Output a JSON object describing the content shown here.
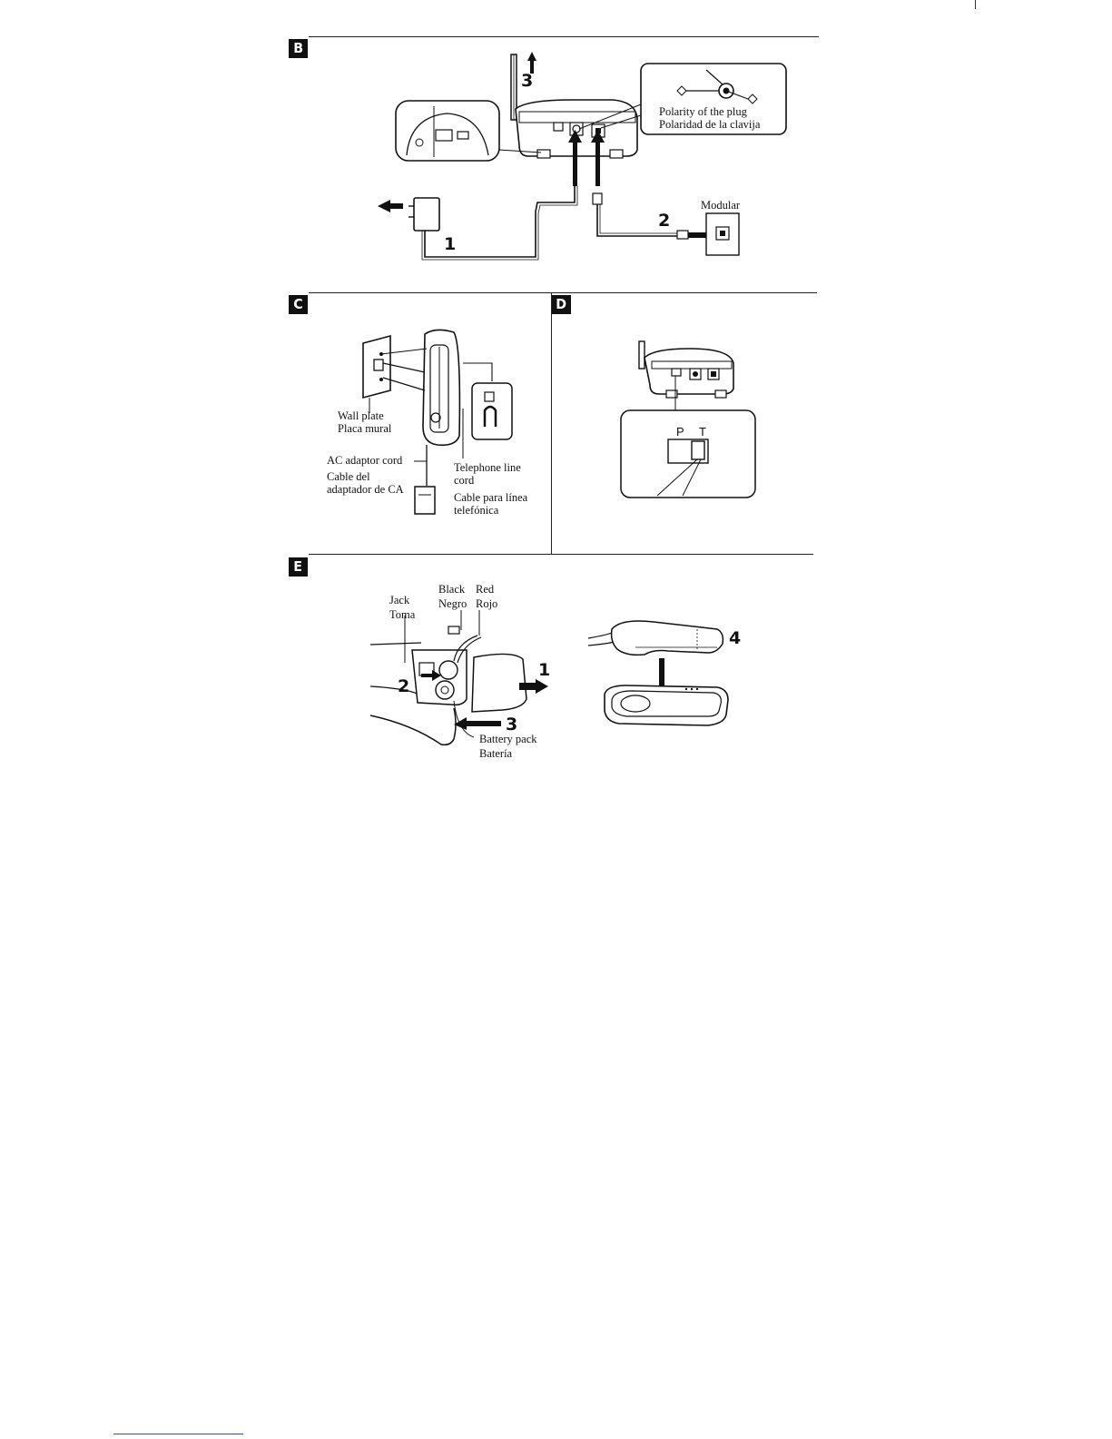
{
  "sections": {
    "b": {
      "letter": "B",
      "polarity_en": "Polarity of the plug",
      "polarity_es": "Polaridad de la clavija",
      "modular": "Modular",
      "step1": "1",
      "step2": "2",
      "step3": "3"
    },
    "c": {
      "letter": "C",
      "wall_plate_en": "Wall plate",
      "wall_plate_es": "Placa mural",
      "ac_cord_en": "AC adaptor cord",
      "ac_cord_es_1": "Cable del",
      "ac_cord_es_2": "adaptador de CA",
      "tel_cord_en_1": "Telephone line",
      "tel_cord_en_2": "cord",
      "tel_cord_es_1": "Cable para línea",
      "tel_cord_es_2": "telefónica"
    },
    "d": {
      "letter": "D",
      "switch_p": "P",
      "switch_t": "T"
    },
    "e": {
      "letter": "E",
      "jack_en": "Jack",
      "jack_es": "Toma",
      "black_en": "Black",
      "black_es": "Negro",
      "red_en": "Red",
      "red_es": "Rojo",
      "battery_en": "Battery pack",
      "battery_es": "Batería",
      "step1": "1",
      "step2": "2",
      "step3": "3",
      "step4": "4"
    }
  }
}
